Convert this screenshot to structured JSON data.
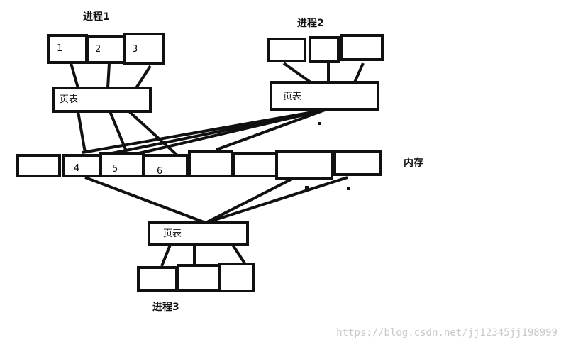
{
  "labels": {
    "process1": "进程1",
    "process2": "进程2",
    "process3": "进程3",
    "page_table": "页表",
    "memory": "内存"
  },
  "p1_pages": [
    "1",
    "2",
    "3"
  ],
  "memory_frames": [
    "4",
    "5",
    "6"
  ],
  "watermark": "https://blog.csdn.net/jj12345jj198999",
  "colors": {
    "stroke": "#111111",
    "background": "#ffffff",
    "watermark": "#c9c9c9"
  }
}
